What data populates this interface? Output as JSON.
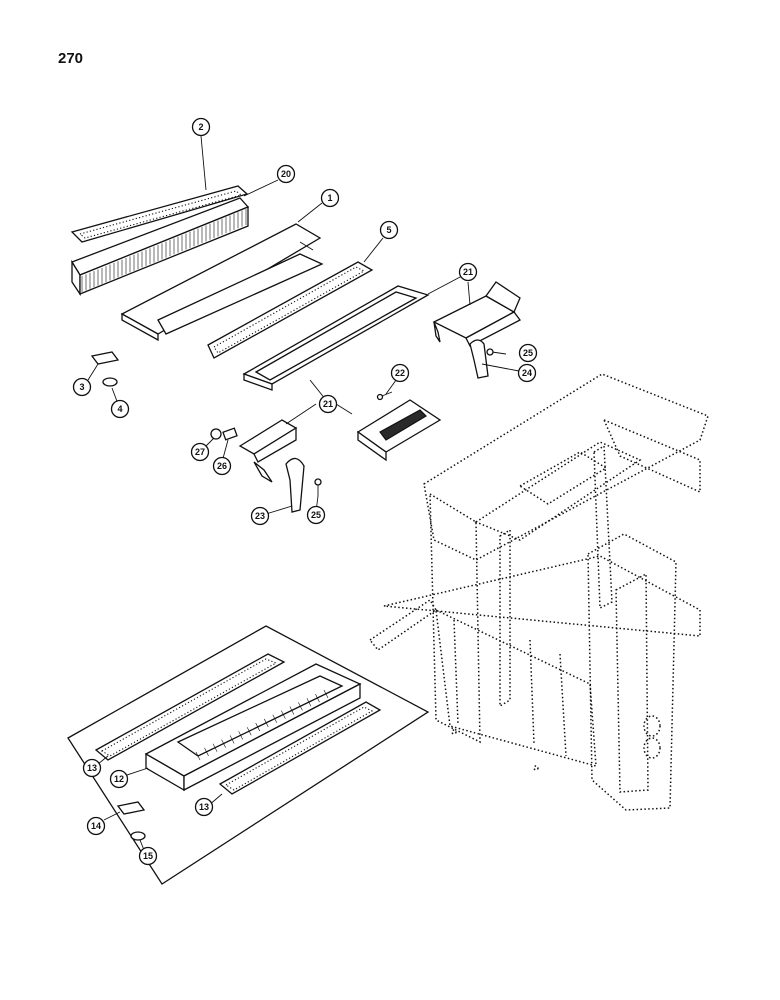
{
  "page": {
    "number": "270"
  },
  "callouts": {
    "c1": "1",
    "c2": "2",
    "c3": "3",
    "c4": "4",
    "c5": "5",
    "c12": "12",
    "c13a": "13",
    "c13b": "13",
    "c14": "14",
    "c15": "15",
    "c20": "20",
    "c21a": "21",
    "c21b": "21",
    "c22": "22",
    "c23": "23",
    "c24": "24",
    "c25a": "25",
    "c25b": "25",
    "c26": "26",
    "c27": "27"
  }
}
